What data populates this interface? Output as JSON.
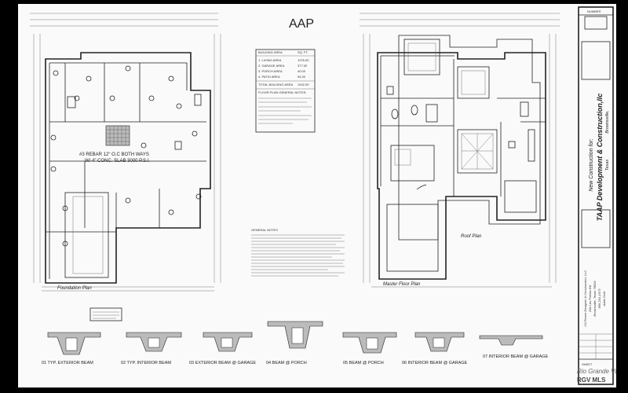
{
  "logo": "AAP",
  "foundation_note": {
    "line1": "#3 REBAR 12\" O.C BOTH WAYS",
    "line2": "W/ 4\" CONC. SLAB 3000 P.S.I."
  },
  "foundation_title": "Foundation Plan",
  "master_floor_title": "Master Floor Plan",
  "roof_plan_label": "Roof Plan",
  "area_table": {
    "header": [
      "BUILDING AREA",
      "SQ. FT."
    ],
    "rows": [
      [
        "1. LIVING AREA",
        "1376.00"
      ],
      [
        "2. GARAGE AREA",
        "377.00"
      ],
      [
        "3. PORCH AREA",
        "40.00"
      ],
      [
        "4. PATIO AREA",
        "94.00"
      ]
    ],
    "total_label": "TOTAL BUILDING AREA",
    "total_value": "1932.00",
    "notes_title": "FLOOR PLAN GENERAL NOTES:"
  },
  "general_notes_title": "GENERAL NOTES",
  "sections": [
    "01  TYP. EXTERIOR BEAM",
    "02  TYP. INTERIOR BEAM",
    "03  EXTERIOR BEAM @ GARAGE",
    "04  BEAM @ PORCH",
    "05  BEAM @ PORCH",
    "06  INTERIOR BEAM @ GARAGE",
    "07  INTERIOR BEAM @ GARAGE"
  ],
  "title_block": {
    "new_construction": "New Construction for:",
    "company": "TAAP Development & Construction,llc",
    "city": "Brownsville,",
    "state": "Texas",
    "designer": "J.D.Ponce Designer & Construction, LLC",
    "address": "294 Las Prietas Rd",
    "designer_city": "Brownsville, Texas 78526",
    "phone": "956-241-1573",
    "drawn_by": "Adan Ortiz",
    "number_label": "NUMBER",
    "sheet_label": "SHEET"
  },
  "watermark": {
    "line1": "Rio Grande Valley",
    "line2": "RGV MLS"
  }
}
